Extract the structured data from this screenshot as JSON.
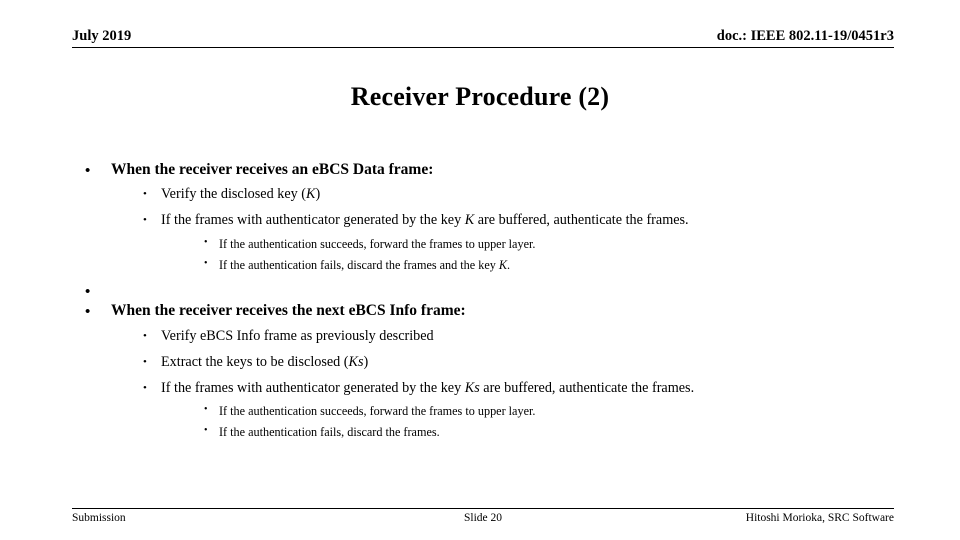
{
  "header": {
    "date": "July 2019",
    "doc": "doc.: IEEE 802.11-19/0451r3"
  },
  "title": "Receiver Procedure (2)",
  "body": {
    "sections": [
      {
        "heading": "When the receiver receives an eBCS Data frame:",
        "items": [
          {
            "text_before": "Verify the disclosed key (",
            "key": "K",
            "text_after": ")"
          },
          {
            "text_before": "If the frames with authenticator generated by the key ",
            "key": "K",
            "text_after": " are buffered, authenticate the frames."
          }
        ],
        "subitems": [
          {
            "text_before": "If the authentication succeeds, forward the frames to upper layer.",
            "key": "",
            "text_after": ""
          },
          {
            "text_before": "If the authentication fails, discard the frames and the key ",
            "key": "K",
            "text_after": "."
          }
        ]
      },
      {
        "heading": "When the receiver receives the next eBCS Info frame:",
        "items": [
          {
            "text_before": "Verify eBCS Info frame as previously described",
            "key": "",
            "text_after": ""
          },
          {
            "text_before": "Extract the keys to be disclosed (",
            "key": "Ks",
            "text_after": ")"
          },
          {
            "text_before": "If the frames with authenticator generated by the key ",
            "key": "Ks",
            "text_after": " are buffered, authenticate the frames."
          }
        ],
        "subitems": [
          {
            "text_before": "If the authentication succeeds, forward the frames to upper layer.",
            "key": "",
            "text_after": ""
          },
          {
            "text_before": "If the authentication fails, discard the frames.",
            "key": "",
            "text_after": ""
          }
        ]
      }
    ]
  },
  "footer": {
    "left": "Submission",
    "center": "Slide 20",
    "right": "Hitoshi Morioka, SRC Software"
  }
}
